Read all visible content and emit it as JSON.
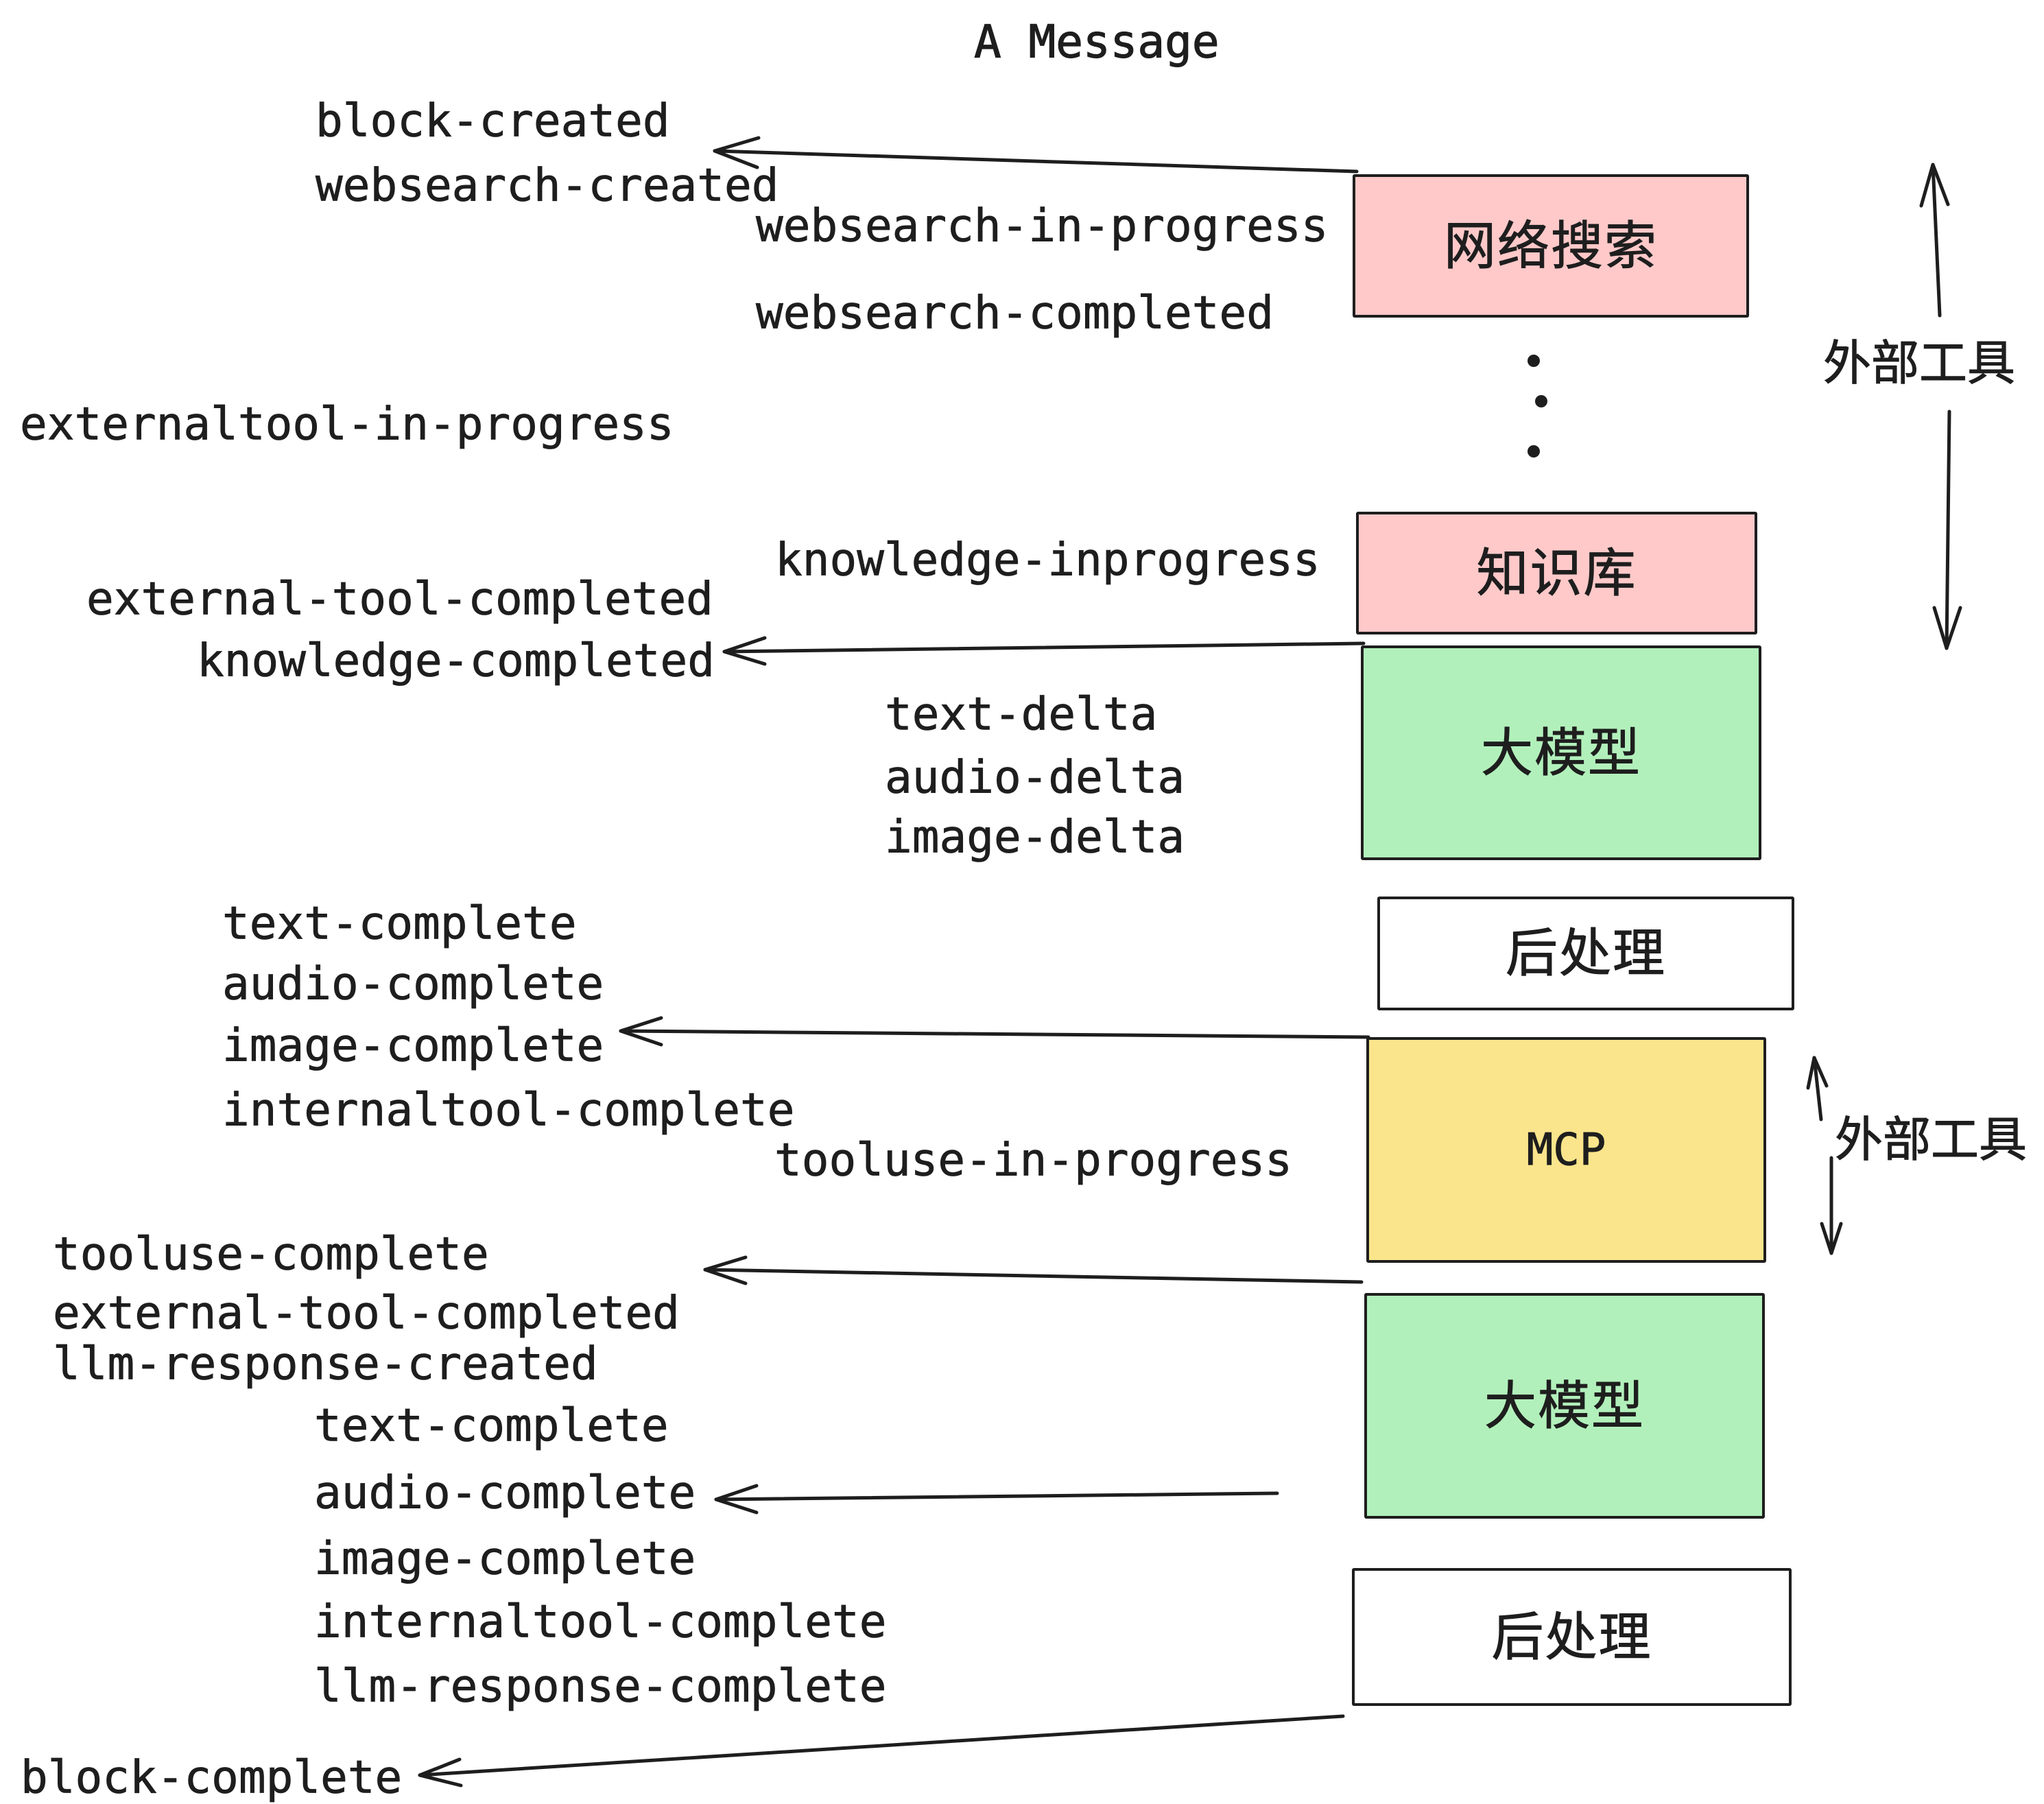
{
  "title": "A Message",
  "labels": [
    "block-created",
    "websearch-created",
    "websearch-in-progress",
    "websearch-completed",
    "externaltool-in-progress",
    "knowledge-inprogress",
    "external-tool-completed",
    "knowledge-completed",
    "text-delta",
    "audio-delta",
    "image-delta",
    "text-complete",
    "audio-complete",
    "image-complete",
    "internaltool-complete",
    "tooluse-in-progress",
    "tooluse-complete",
    "external-tool-completed",
    "llm-response-created",
    "text-complete",
    "audio-complete",
    "image-complete",
    "internaltool-complete",
    "llm-response-complete",
    "block-complete"
  ],
  "boxes": [
    {
      "label": "网络搜索",
      "color": "#ffc9c9"
    },
    {
      "label": "知识库",
      "color": "#ffc9c9"
    },
    {
      "label": "大模型",
      "color": "#b2f0bb"
    },
    {
      "label": "后处理",
      "color": "#ffffff"
    },
    {
      "label": "MCP",
      "color": "#fae58c"
    },
    {
      "label": "大模型",
      "color": "#b2f0bb"
    },
    {
      "label": "后处理",
      "color": "#ffffff"
    }
  ],
  "side_annotations": [
    {
      "label": "外部工具"
    },
    {
      "label": "外部工具"
    }
  ],
  "colors": {
    "ink": "#1e1e1e",
    "pink": "#ffc9c9",
    "green": "#b2f0bb",
    "yellow": "#fae58c",
    "white": "#ffffff"
  }
}
